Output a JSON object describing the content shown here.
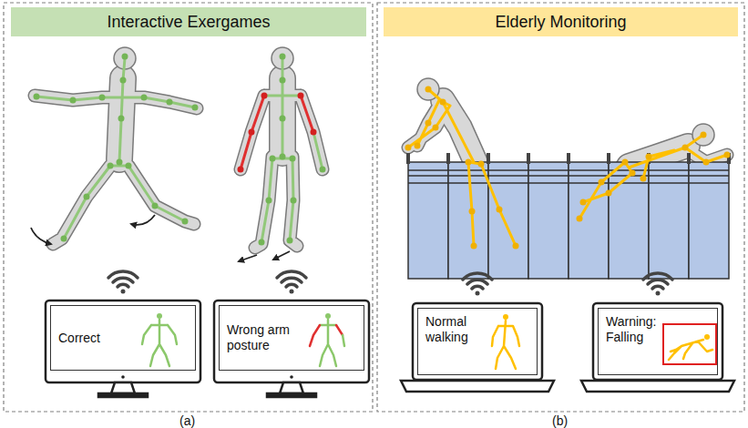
{
  "diagram": {
    "nodes": [
      {
        "text": [
          "Interactive Exergames"
        ]
      },
      {
        "text": [
          "Elderly Monitoring"
        ]
      },
      {
        "text": [
          "Correct"
        ]
      },
      {
        "text": [
          "Wrong arm posture"
        ]
      },
      {
        "text": [
          "Normal walking"
        ]
      },
      {
        "text": [
          "Warning: Falling"
        ]
      }
    ],
    "labels": [
      "(a)",
      "(b)"
    ]
  }
}
